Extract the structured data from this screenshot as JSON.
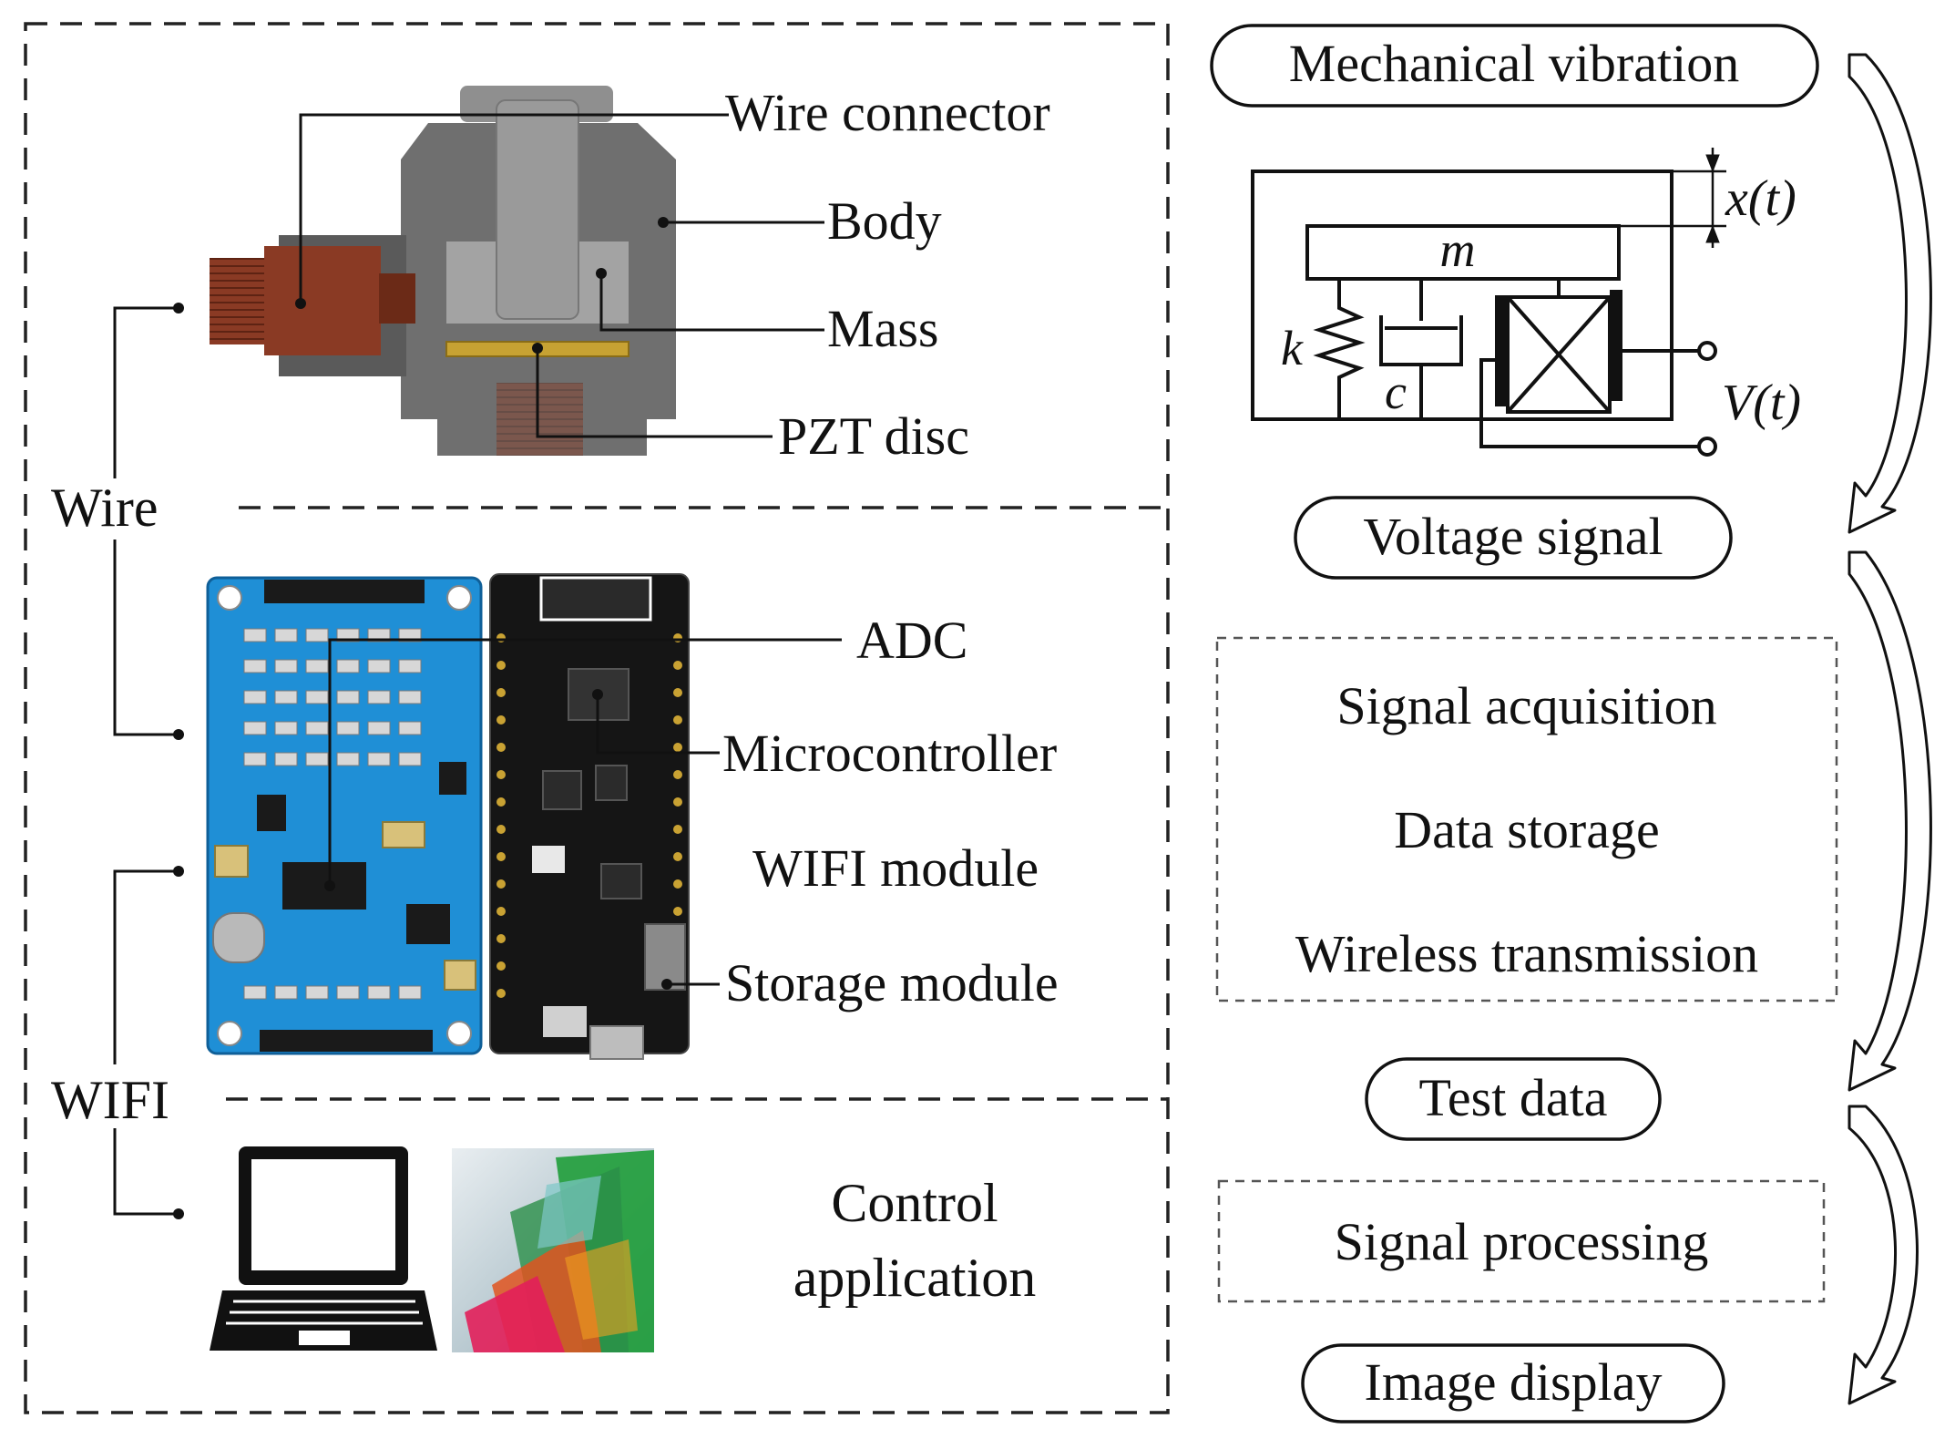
{
  "sensor_labels": {
    "wire_connector": "Wire connector",
    "body": "Body",
    "mass": "Mass",
    "pzt_disc": "PZT disc"
  },
  "board_labels": {
    "adc": "ADC",
    "microcontroller": "Microcontroller",
    "wifi_module": "WIFI module",
    "storage_module": "Storage module"
  },
  "link_labels": {
    "wire": "Wire",
    "wifi": "WIFI"
  },
  "app_label": {
    "line1": "Control",
    "line2": "application"
  },
  "model_labels": {
    "mass": "m",
    "spring": "k",
    "damper": "c",
    "displacement": "x(t)",
    "voltage": "V(t)"
  },
  "flow": {
    "mechanical_vibration": "Mechanical vibration",
    "voltage_signal": "Voltage signal",
    "signal_acquisition": "Signal acquisition",
    "data_storage": "Data storage",
    "wireless_transmission": "Wireless transmission",
    "test_data": "Test data",
    "signal_processing": "Signal processing",
    "image_display": "Image display"
  },
  "colors": {
    "connector_brown": "#8a3a24",
    "body_gray": "#6f6f6f",
    "mass_gray": "#9a9a9a",
    "pzt_gold": "#c7a233",
    "board_blue": "#1f8fd6",
    "mcu_black": "#151515"
  }
}
